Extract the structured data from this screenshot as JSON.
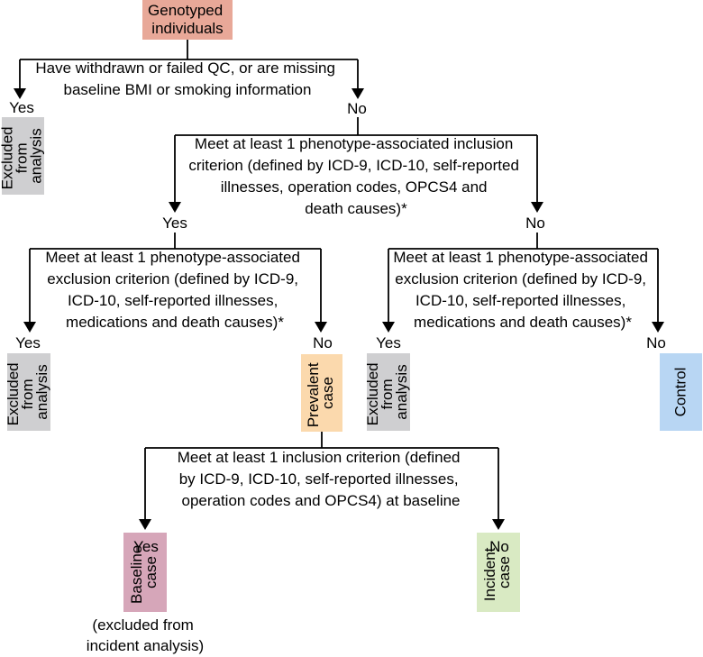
{
  "colors": {
    "start": "#e8a898",
    "excluded": "#cfcfd1",
    "prevalent": "#fbd9ad",
    "control": "#b8d6f3",
    "baseline": "#d6a6b9",
    "incident": "#d9eac3"
  },
  "nodes": {
    "start": [
      "Genotyped",
      "individuals"
    ],
    "excluded_1": [
      "Excluded",
      "from",
      "analysis"
    ],
    "excluded_2": [
      "Excluded",
      "from",
      "analysis"
    ],
    "excluded_3": [
      "Excluded",
      "from",
      "analysis"
    ],
    "prevalent": [
      "Prevalent",
      "case"
    ],
    "control": [
      "Control"
    ],
    "baseline": [
      "Baseline",
      "case"
    ],
    "incident": [
      "Incident",
      "case"
    ]
  },
  "criteria": {
    "qc": [
      "Have withdrawn or failed QC, or are missing",
      "baseline BMI or smoking information"
    ],
    "inclusion": [
      "Meet at least 1 phenotype-associated inclusion",
      "criterion (defined by ICD-9, ICD-10, self-reported",
      "illnesses, operation codes, OPCS4 and",
      "death causes)*"
    ],
    "exclusion_left": [
      "Meet at least 1 phenotype-associated",
      "exclusion criterion (defined by ICD-9,",
      "ICD-10, self-reported illnesses,",
      "medications and death causes)*"
    ],
    "exclusion_right": [
      "Meet at least 1 phenotype-associated",
      "exclusion criterion (defined by ICD-9,",
      "ICD-10, self-reported illnesses,",
      "medications and death causes)*"
    ],
    "baseline": [
      "Meet at least 1 inclusion criterion (defined",
      "by ICD-9, ICD-10, self-reported illnesses,",
      "operation codes and OPCS4) at baseline"
    ]
  },
  "branches": {
    "yes": "Yes",
    "no": "No"
  },
  "notes": {
    "baseline_note": [
      "(excluded from",
      "incident analysis)"
    ]
  }
}
